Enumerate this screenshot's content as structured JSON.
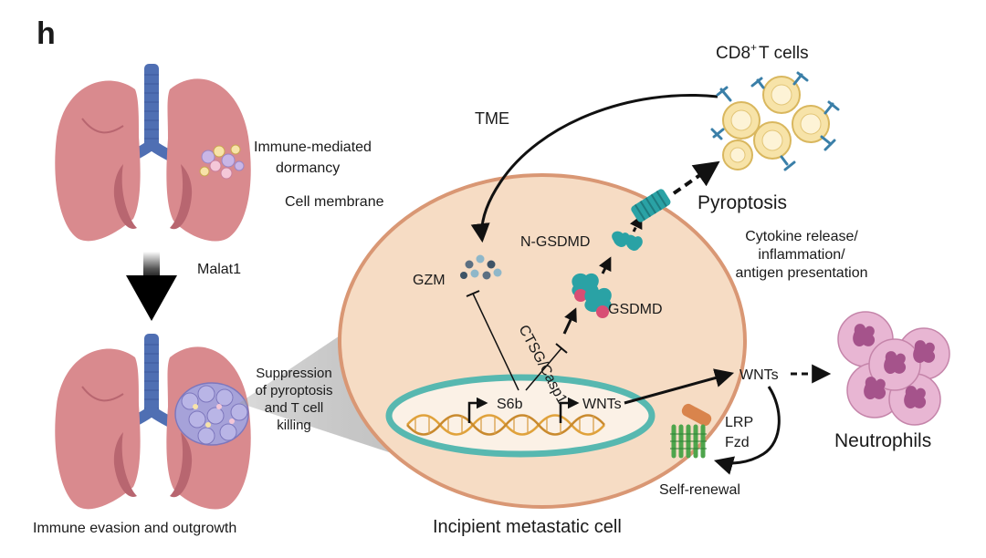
{
  "panel_letter": "h",
  "labels": {
    "cd8_a": "CD8",
    "cd8_sup": "+",
    "cd8_b": "T cells",
    "tme": "TME",
    "immune_dormancy_1": "Immune-mediated",
    "immune_dormancy_2": "dormancy",
    "cell_membrane": "Cell membrane",
    "pyroptosis": "Pyroptosis",
    "cytokine_1": "Cytokine release/",
    "cytokine_2": "inflammation/",
    "cytokine_3": "antigen presentation",
    "malat1": "Malat1",
    "n_gsdmd": "N-GSDMD",
    "gzm": "GZM",
    "gsdmd": "GSDMD",
    "ctsg": "CTSG/Casp1",
    "suppression_1": "Suppression",
    "suppression_2": "of pyroptosis",
    "suppression_3": "and T cell",
    "suppression_4": "killing",
    "s6b": "S6b",
    "wnts_nucleus": "WNTs",
    "wnts_out": "WNTs",
    "lrp": "LRP",
    "fzd": "Fzd",
    "neutrophils": "Neutrophils",
    "self_renewal": "Self-renewal",
    "immune_evasion": "Immune evasion and outgrowth",
    "incipient": "Incipient metastatic cell"
  },
  "colors": {
    "cell_fill": "#f6dcc4",
    "cell_stroke": "#d99774",
    "nucleus_fill": "#fbf1e6",
    "nucleus_stroke": "#57b8b0",
    "lung_fill": "#d98a8e",
    "lung_dark": "#b86670",
    "trachea": "#4f6fb3",
    "gsdmd_teal": "#2aa2a5",
    "gsdmd_pink": "#d84e74",
    "tcell_fill": "#f7e3a8",
    "neutrophil_fill": "#e8b6d3",
    "neutrophil_nucleus": "#a5538b",
    "receptor_green": "#4ea54c",
    "receptor_orange": "#d9844c",
    "dna_orange": "#e0a23b"
  }
}
